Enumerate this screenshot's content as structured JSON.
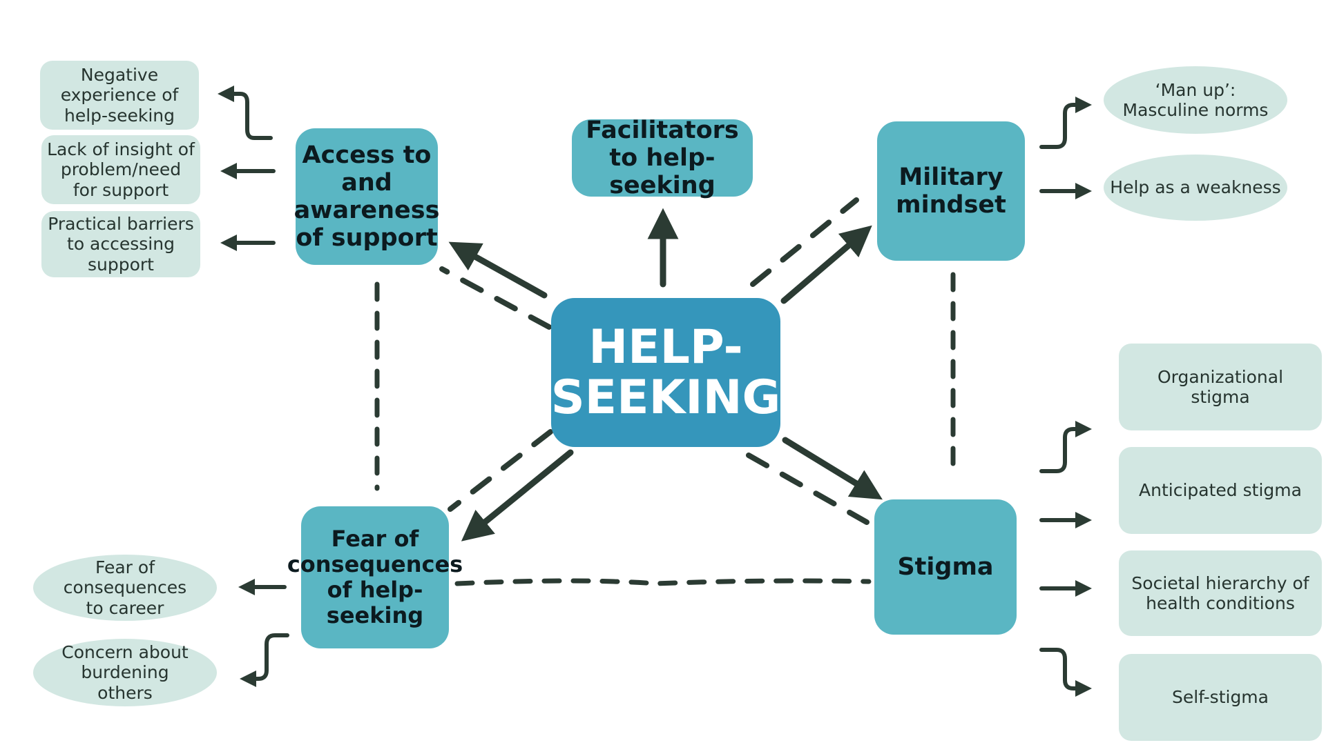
{
  "center": {
    "label": "HELP-\nSEEKING"
  },
  "categories": {
    "facilitators": "Facilitators to help-seeking",
    "access": "Access to and awareness of support",
    "military": "Military mindset",
    "fear": "Fear of consequences of help-seeking",
    "stigma": "Stigma"
  },
  "access_items": [
    "Negative experience of help-seeking",
    "Lack of insight of problem/need for support",
    "Practical barriers to accessing support"
  ],
  "military_items": [
    "‘Man up’:\nMasculine norms",
    "Help as a weakness"
  ],
  "fear_items": [
    "Fear of consequences to career",
    "Concern about burdening others"
  ],
  "stigma_items": [
    "Organizational stigma",
    "Anticipated stigma",
    "Societal hierarchy of health conditions",
    "Self-stigma"
  ],
  "colors": {
    "center_fill": "#3596bb",
    "category_fill": "#5ab6c3",
    "leaf_fill": "#d2e7e2",
    "arrow": "#2b3b33"
  }
}
